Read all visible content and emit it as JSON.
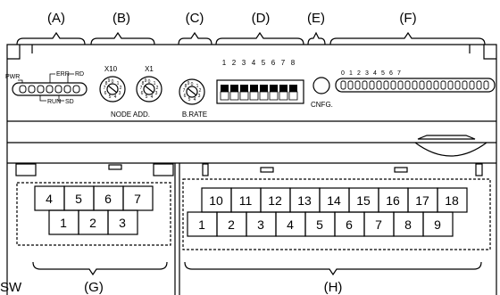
{
  "section_labels": [
    "(A)",
    "(B)",
    "(C)",
    "(D)",
    "(E)",
    "(F)"
  ],
  "bottom_labels": {
    "sw": "SW",
    "g": "(G)",
    "h": "(H)"
  },
  "led_labels": {
    "pwr": "PWR",
    "err": "ERR",
    "rd": "RD",
    "run": "RUN",
    "sd": "SD"
  },
  "rotary": {
    "x10": "X10",
    "x1": "X1",
    "node_addr": "NODE ADD.",
    "brate": "B.RATE",
    "digits": [
      "0",
      "1",
      "2",
      "3",
      "4",
      "5",
      "6",
      "7",
      "8",
      "9"
    ]
  },
  "dip_numbers": [
    "1",
    "2",
    "3",
    "4",
    "5",
    "6",
    "7",
    "8"
  ],
  "cnfg_label": "CNFG.",
  "io_led_numbers": [
    "0",
    "1",
    "2",
    "3",
    "4",
    "5",
    "6",
    "7"
  ],
  "terminal_g": {
    "top": [
      "4",
      "5",
      "6",
      "7"
    ],
    "bottom": [
      "1",
      "2",
      "3"
    ]
  },
  "terminal_h": {
    "top": [
      "10",
      "11",
      "12",
      "13",
      "14",
      "15",
      "16",
      "17",
      "18"
    ],
    "bottom": [
      "1",
      "2",
      "3",
      "4",
      "5",
      "6",
      "7",
      "8",
      "9"
    ]
  }
}
